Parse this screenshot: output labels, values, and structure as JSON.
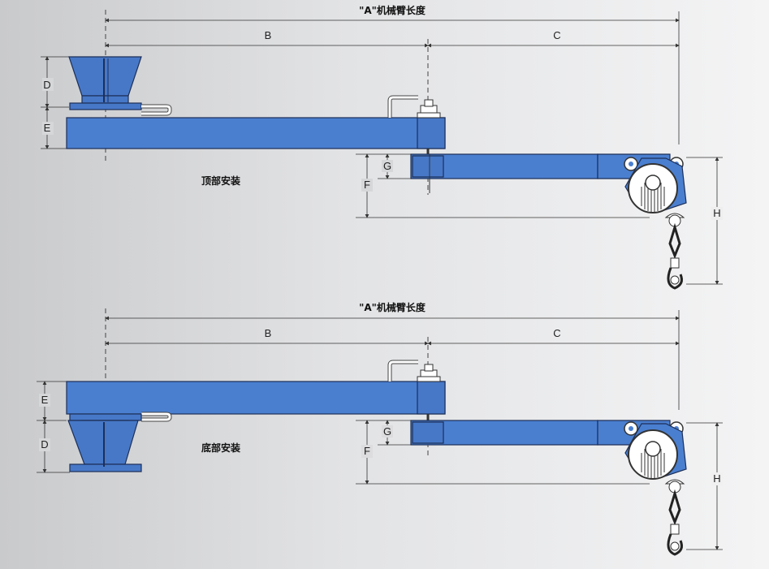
{
  "labels": {
    "arm_length": "\"A\"机械臂长度",
    "b": "B",
    "c": "C",
    "d": "D",
    "e": "E",
    "f": "F",
    "g": "G",
    "h": "H"
  },
  "mounts": {
    "top": "顶部安装",
    "bottom": "底部安装"
  },
  "colors": {
    "arm_blue": "#4a7fd0",
    "outline": "#1d2f57",
    "background": "#e2e3e5"
  }
}
